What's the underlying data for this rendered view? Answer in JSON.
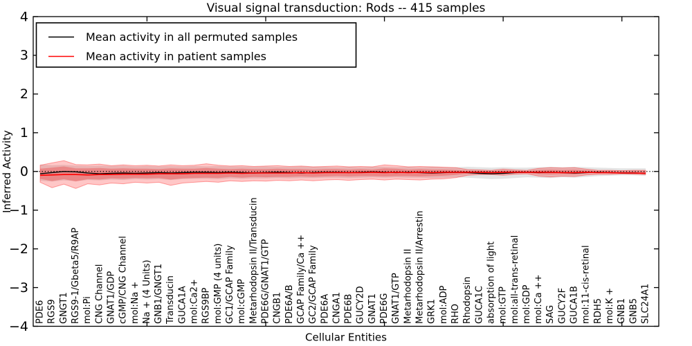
{
  "chart_data": {
    "type": "line",
    "title": "Visual signal transduction: Rods -- 415 samples",
    "xlabel": "Cellular Entities",
    "ylabel": "Inferred Activity",
    "ylim": [
      -4,
      4
    ],
    "ytick_values": [
      4,
      3,
      2,
      1,
      0,
      -1,
      -2,
      -3,
      -4
    ],
    "ytick_labels": [
      "4",
      "3",
      "2",
      "1",
      "0",
      "−1",
      "−2",
      "−3",
      "−4"
    ],
    "xtick_values": [
      10,
      20,
      30,
      40,
      50
    ],
    "grid": false,
    "legend_position": "upper left",
    "zero_line": {
      "value": 0,
      "style": "dotted",
      "color": "#000000"
    },
    "legend": {
      "items": [
        {
          "label": "Mean activity in all permuted samples",
          "color": "#000000"
        },
        {
          "label": "Mean activity in patient samples",
          "color": "#ff0000"
        }
      ]
    },
    "categories": [
      "PDE6",
      "RGS9",
      "GNGT1",
      "RGS9-1/Gbeta5/R9AP",
      "mol:Pi",
      "CNG Channel",
      "GNAT1/GDP",
      "cGMP/CNG Channel",
      "mol:Na +",
      "Na + (4 Units)",
      "GNB1/GNGT1",
      "Transducin",
      "GUCA1A",
      "mol:Ca2+",
      "RGS9BP",
      "mol:GMP (4 units)",
      "GC1/GCAP Family",
      "mol:cGMP",
      "Metarhodopsin II/Transducin",
      "PDE6G/GNAT1/GTP",
      "CNGB1",
      "PDE6A/B",
      "GCAP Family/Ca ++",
      "GC2/GCAP Family",
      "PDE6A",
      "CNGA1",
      "PDE6B",
      "GUCY2D",
      "GNAT1",
      "PDE6G",
      "GNAT1/GTP",
      "Metarhodopsin II",
      "Metarhodopsin II/Arrestin",
      "GRK1",
      "mol:ADP",
      "RHO",
      "Rhodopsin",
      "GUCA1C",
      "absorption of light",
      "mol:GTP",
      "mol:all-trans-retinal",
      "mol:GDP",
      "mol:Ca ++",
      "SAG",
      "GUCY2F",
      "GUCA1B",
      "mol:11-cis-retinal",
      "RDH5",
      "mol:K +",
      "GNB1",
      "GNB5",
      "SLC24A1"
    ],
    "series": [
      {
        "name": "Mean activity in all permuted samples",
        "color": "#000000",
        "values": [
          -0.06,
          -0.03,
          0.0,
          -0.01,
          -0.04,
          -0.06,
          -0.05,
          -0.04,
          -0.05,
          -0.04,
          -0.03,
          -0.04,
          -0.03,
          -0.02,
          -0.02,
          -0.03,
          -0.02,
          -0.03,
          -0.04,
          -0.03,
          -0.02,
          -0.03,
          -0.04,
          -0.03,
          -0.02,
          -0.02,
          -0.03,
          -0.02,
          -0.01,
          -0.02,
          -0.03,
          -0.02,
          -0.03,
          -0.04,
          -0.03,
          -0.02,
          -0.03,
          -0.05,
          -0.06,
          -0.05,
          -0.03,
          -0.02,
          -0.03,
          -0.02,
          -0.03,
          -0.04,
          -0.03,
          -0.02,
          -0.03,
          -0.04,
          -0.04,
          -0.05
        ]
      },
      {
        "name": "Mean activity in patient samples",
        "color": "#ff0000",
        "values": [
          -0.1,
          -0.09,
          -0.08,
          -0.08,
          -0.09,
          -0.08,
          -0.08,
          -0.07,
          -0.07,
          -0.07,
          -0.06,
          -0.06,
          -0.06,
          -0.05,
          -0.05,
          -0.05,
          -0.04,
          -0.05,
          -0.04,
          -0.04,
          -0.04,
          -0.04,
          -0.03,
          -0.04,
          -0.03,
          -0.03,
          -0.03,
          -0.03,
          -0.02,
          -0.03,
          -0.02,
          -0.03,
          -0.02,
          -0.03,
          -0.02,
          -0.02,
          -0.02,
          -0.02,
          -0.03,
          -0.02,
          -0.02,
          -0.02,
          -0.02,
          -0.02,
          -0.03,
          -0.03,
          -0.02,
          -0.03,
          -0.03,
          -0.04,
          -0.04,
          -0.05
        ]
      }
    ],
    "bands": [
      {
        "name": "permuted-sample-range",
        "fill": "rgba(130,130,130,0.22)",
        "edge": "none",
        "upper": [
          0.18,
          0.16,
          0.17,
          0.15,
          0.14,
          0.15,
          0.14,
          0.15,
          0.13,
          0.14,
          0.13,
          0.14,
          0.13,
          0.14,
          0.13,
          0.14,
          0.13,
          0.13,
          0.12,
          0.13,
          0.12,
          0.12,
          0.13,
          0.12,
          0.12,
          0.11,
          0.12,
          0.11,
          0.12,
          0.12,
          0.11,
          0.12,
          0.11,
          0.12,
          0.11,
          0.11,
          0.12,
          0.11,
          0.1,
          0.11,
          0.1,
          0.1,
          0.11,
          0.12,
          0.11,
          0.12,
          0.11,
          0.1,
          0.09,
          0.08,
          0.08,
          0.08
        ],
        "lower": [
          -0.24,
          -0.26,
          -0.23,
          -0.25,
          -0.22,
          -0.23,
          -0.21,
          -0.22,
          -0.2,
          -0.21,
          -0.2,
          -0.22,
          -0.2,
          -0.19,
          -0.19,
          -0.2,
          -0.18,
          -0.19,
          -0.18,
          -0.18,
          -0.17,
          -0.18,
          -0.17,
          -0.17,
          -0.16,
          -0.16,
          -0.17,
          -0.16,
          -0.15,
          -0.16,
          -0.15,
          -0.16,
          -0.16,
          -0.17,
          -0.16,
          -0.15,
          -0.16,
          -0.18,
          -0.2,
          -0.19,
          -0.17,
          -0.15,
          -0.16,
          -0.17,
          -0.15,
          -0.16,
          -0.14,
          -0.12,
          -0.11,
          -0.1,
          -0.1,
          -0.11
        ]
      },
      {
        "name": "patient-sample-range-outer",
        "fill": "rgba(255,0,0,0.22)",
        "edge": "rgba(255,0,0,0.35)",
        "upper": [
          0.16,
          0.22,
          0.28,
          0.18,
          0.17,
          0.19,
          0.15,
          0.17,
          0.15,
          0.16,
          0.14,
          0.17,
          0.15,
          0.16,
          0.2,
          0.16,
          0.14,
          0.15,
          0.13,
          0.14,
          0.15,
          0.13,
          0.14,
          0.12,
          0.13,
          0.14,
          0.12,
          0.13,
          0.12,
          0.17,
          0.15,
          0.12,
          0.13,
          0.12,
          0.11,
          0.1,
          0.05,
          0.04,
          0.03,
          0.06,
          0.04,
          0.03,
          0.08,
          0.1,
          0.09,
          0.1,
          0.06,
          0.03,
          0.03,
          0.02,
          0.03,
          0.03
        ],
        "lower": [
          -0.28,
          -0.42,
          -0.33,
          -0.44,
          -0.32,
          -0.35,
          -0.3,
          -0.32,
          -0.28,
          -0.3,
          -0.28,
          -0.36,
          -0.3,
          -0.28,
          -0.26,
          -0.28,
          -0.24,
          -0.26,
          -0.24,
          -0.25,
          -0.23,
          -0.24,
          -0.22,
          -0.24,
          -0.22,
          -0.21,
          -0.23,
          -0.21,
          -0.2,
          -0.22,
          -0.2,
          -0.21,
          -0.22,
          -0.2,
          -0.19,
          -0.16,
          -0.1,
          -0.08,
          -0.08,
          -0.1,
          -0.07,
          -0.06,
          -0.12,
          -0.14,
          -0.12,
          -0.13,
          -0.09,
          -0.07,
          -0.07,
          -0.06,
          -0.07,
          -0.08
        ]
      },
      {
        "name": "patient-sample-range-inner",
        "fill": "rgba(235,25,25,0.28)",
        "edge": "none",
        "upper": [
          0.07,
          0.1,
          0.13,
          0.08,
          0.08,
          0.09,
          0.07,
          0.08,
          0.07,
          0.07,
          0.06,
          0.08,
          0.07,
          0.07,
          0.09,
          0.07,
          0.06,
          0.07,
          0.06,
          0.06,
          0.07,
          0.06,
          0.06,
          0.05,
          0.06,
          0.06,
          0.05,
          0.06,
          0.05,
          0.08,
          0.07,
          0.05,
          0.06,
          0.05,
          0.05,
          0.04,
          0.02,
          0.02,
          0.01,
          0.03,
          0.02,
          0.01,
          0.04,
          0.05,
          0.04,
          0.05,
          0.03,
          0.01,
          0.01,
          0.01,
          0.01,
          0.01
        ],
        "lower": [
          -0.19,
          -0.25,
          -0.2,
          -0.26,
          -0.2,
          -0.21,
          -0.18,
          -0.19,
          -0.17,
          -0.18,
          -0.17,
          -0.21,
          -0.18,
          -0.17,
          -0.16,
          -0.17,
          -0.14,
          -0.16,
          -0.14,
          -0.15,
          -0.14,
          -0.14,
          -0.13,
          -0.14,
          -0.13,
          -0.12,
          -0.13,
          -0.12,
          -0.12,
          -0.13,
          -0.12,
          -0.12,
          -0.13,
          -0.12,
          -0.11,
          -0.09,
          -0.06,
          -0.05,
          -0.05,
          -0.06,
          -0.04,
          -0.04,
          -0.07,
          -0.08,
          -0.07,
          -0.08,
          -0.05,
          -0.04,
          -0.04,
          -0.04,
          -0.04,
          -0.05
        ]
      }
    ]
  }
}
